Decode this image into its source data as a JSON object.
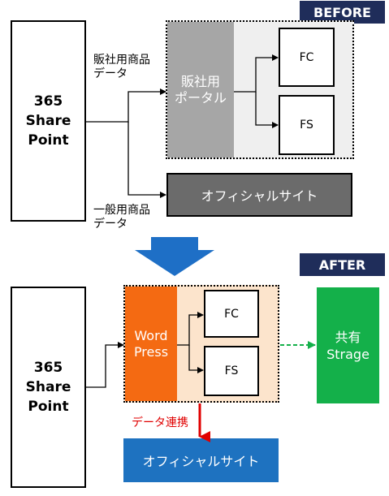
{
  "before": {
    "badge": "BEFORE",
    "source": "365\nShare\nPoint",
    "label_top": "販社用商品\nデータ",
    "label_bottom": "一般用商品\nデータ",
    "portal": "販社用\nポータル",
    "fc": "FC",
    "fs": "FS",
    "official_site": "オフィシャルサイト"
  },
  "after": {
    "badge": "AFTER",
    "source": "365\nShare\nPoint",
    "cms": "Word\nPress",
    "fc": "FC",
    "fs": "FS",
    "shared": "共有\nStrage",
    "link_label": "データ連携",
    "official_site": "オフィシャルサイト"
  },
  "colors": {
    "badge_bg": "#1f2d5a",
    "portal_gray": "#a6a6a6",
    "official_old": "#6b6b6b",
    "wordpress_orange": "#f46a12",
    "after_panel": "#fce4cc",
    "shared_green": "#14b04a",
    "official_new": "#1e72c0",
    "link_red": "#e00000",
    "arrow_blue": "#1e6fc6"
  }
}
